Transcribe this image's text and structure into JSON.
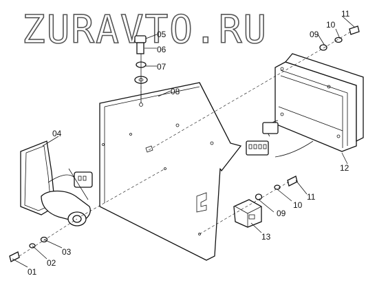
{
  "watermark": "ZURAVTO.RU",
  "parts": [
    {
      "key": "p01",
      "label": "01"
    },
    {
      "key": "p02",
      "label": "02"
    },
    {
      "key": "p03",
      "label": "03"
    },
    {
      "key": "p04",
      "label": "04"
    },
    {
      "key": "p05",
      "label": "05"
    },
    {
      "key": "p06",
      "label": "06"
    },
    {
      "key": "p07",
      "label": "07"
    },
    {
      "key": "p08",
      "label": "08"
    },
    {
      "key": "p09a",
      "label": "09"
    },
    {
      "key": "p09b",
      "label": "09"
    },
    {
      "key": "p10a",
      "label": "10"
    },
    {
      "key": "p10b",
      "label": "10"
    },
    {
      "key": "p11a",
      "label": "11"
    },
    {
      "key": "p11b",
      "label": "11"
    },
    {
      "key": "p12",
      "label": "12"
    },
    {
      "key": "p13",
      "label": "13"
    }
  ]
}
